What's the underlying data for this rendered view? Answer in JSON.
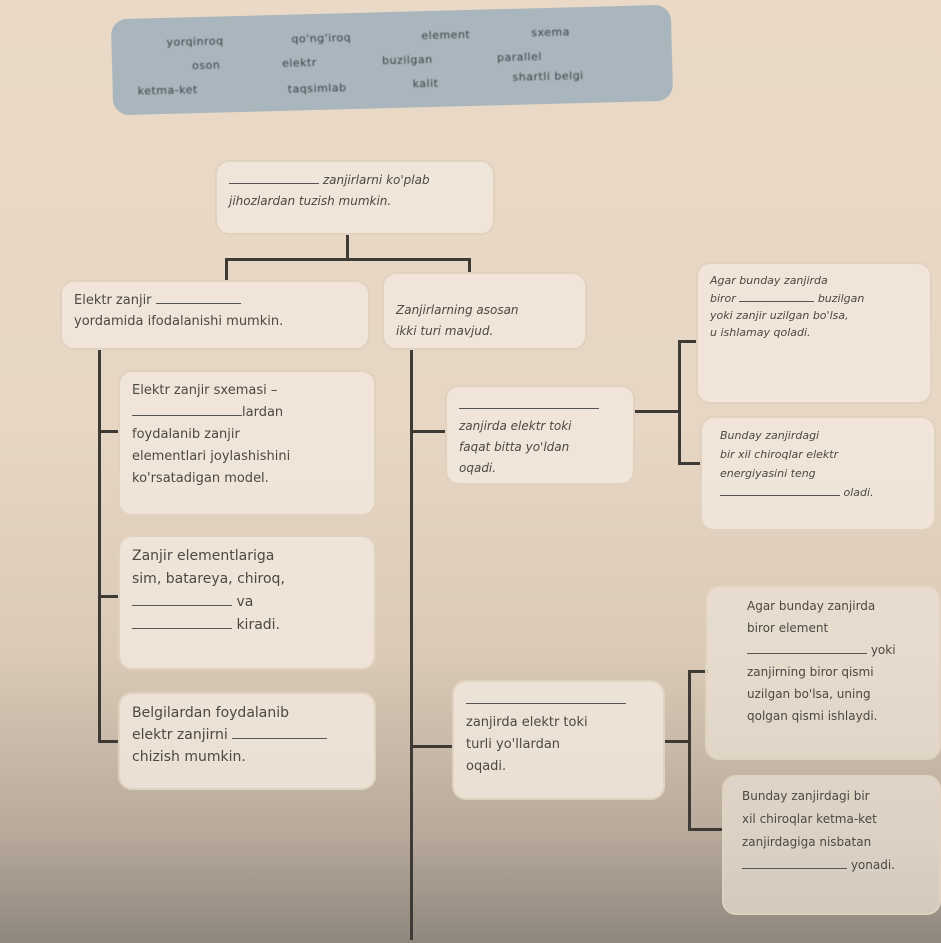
{
  "word_bank": [
    "yorqinroq",
    "qo'ng'iroq",
    "element",
    "sxema",
    "oson",
    "elektr",
    "buzilgan",
    "parallel",
    "ketma-ket",
    "taqsimlab",
    "kalit",
    "shartli belgi"
  ],
  "boxes": {
    "top": {
      "after": "zanjirlarni ko'plab",
      "line2": "jihozlardan tuzish mumkin."
    },
    "l1": {
      "before": "Elektr zanjir",
      "line2": "yordamida ifodalanishi mumkin."
    },
    "m1": {
      "line1": "Zanjirlarning asosan",
      "line2": "ikki turi mavjud."
    },
    "r1": {
      "line1": "Agar bunday zanjirda",
      "before": "biror",
      "after": "buzilgan",
      "line3": "yoki zanjir uzilgan bo'lsa,",
      "line4": "u ishlamay qoladi."
    },
    "l2": {
      "line1": "Elektr zanjir sxemasi –",
      "after": "lardan",
      "line3": "foydalanib zanjir",
      "line4": "elementlari joylashishini",
      "line5": "ko'rsatadigan model."
    },
    "m2": {
      "line2": "zanjirda elektr toki",
      "line3": "faqat bitta yo'ldan",
      "line4": "oqadi."
    },
    "r2": {
      "line1": "Bunday zanjirdagi",
      "line2": "bir xil chiroqlar elektr",
      "line3": "energiyasini teng",
      "after": "oladi."
    },
    "l3": {
      "line1": "Zanjir elementlariga",
      "line2": "sim, batareya, chiroq,",
      "after1": "va",
      "after2": "kiradi."
    },
    "r3": {
      "line1": "Agar bunday zanjirda",
      "line2": "biror element",
      "after": "yoki",
      "line4": "zanjirning biror qismi",
      "line5": "uzilgan bo'lsa, uning",
      "line6": "qolgan qismi ishlaydi."
    },
    "l4": {
      "line1": "Belgilardan foydalanib",
      "before": "elektr zanjirni",
      "line3": "chizish mumkin."
    },
    "m3": {
      "line2": "zanjirda elektr toki",
      "line3": "turli yo'llardan",
      "line4": "oqadi."
    },
    "r4": {
      "line1": "Bunday zanjirdagi bir",
      "line2": "xil chiroqlar ketma-ket",
      "line3": "zanjirdagiga nisbatan",
      "after": "yonadi."
    }
  }
}
